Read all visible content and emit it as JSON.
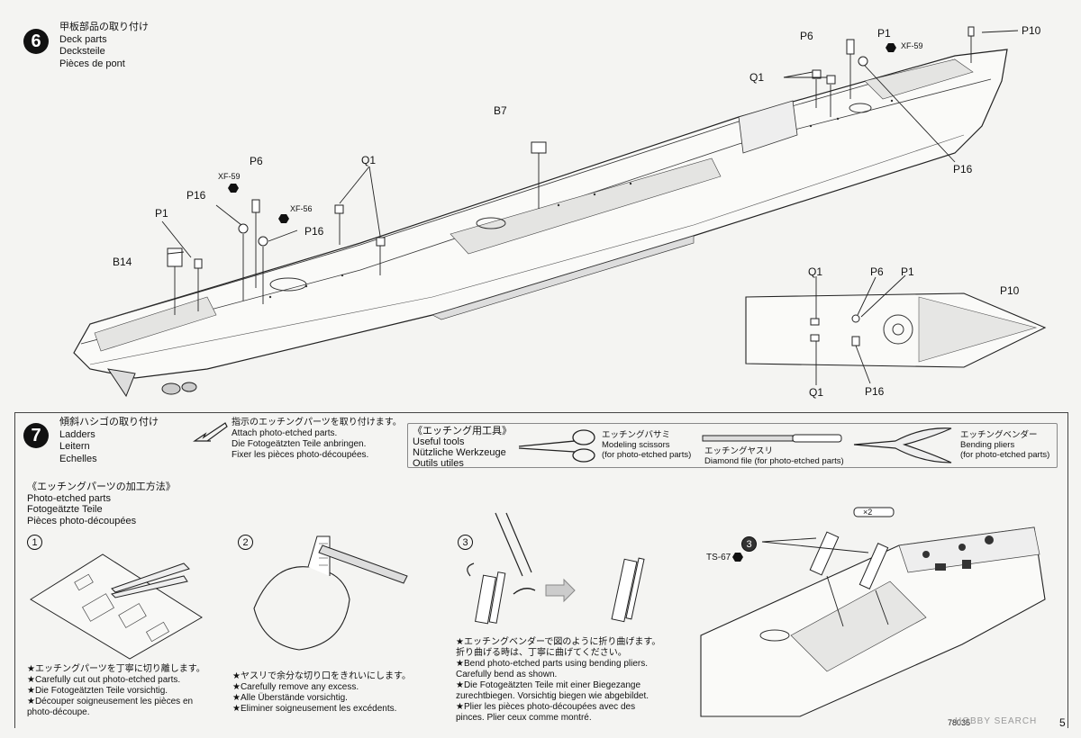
{
  "step6": {
    "number": "6",
    "title_jp": "甲板部品の取り付け",
    "title_en": "Deck parts",
    "title_de": "Decksteile",
    "title_fr": "Pièces de pont",
    "labels": {
      "p10_top": "P10",
      "p6_top": "P6",
      "p1_top": "P1",
      "xf59_top": "XF-59",
      "q1_top": "Q1",
      "p16_right": "P16",
      "b7": "B7",
      "q1_mid": "Q1",
      "p6_left": "P6",
      "xf59_left": "XF-59",
      "xf56": "XF-56",
      "p16_left1": "P16",
      "p16_left2": "P16",
      "p1_left": "P1",
      "b14": "B14",
      "inset_q1_top": "Q1",
      "inset_p6": "P6",
      "inset_p1": "P1",
      "inset_p10": "P10",
      "inset_q1_bottom": "Q1",
      "inset_p16": "P16"
    }
  },
  "step7": {
    "number": "7",
    "title_jp": "傾斜ハシゴの取り付け",
    "title_en": "Ladders",
    "title_de": "Leitern",
    "title_fr": "Echelles",
    "attach_note": {
      "jp": "指示のエッチングパーツを取り付けます。",
      "en": "Attach photo-etched parts.",
      "de": "Die Fotogeätzten Teile anbringen.",
      "fr": "Fixer les pièces photo-découpées."
    },
    "tools": {
      "header_jp": "《エッチング用工具》",
      "header_en": "Useful tools",
      "header_de": "Nützliche Werkzeuge",
      "header_fr": "Outils utiles",
      "scissors_jp": "エッチングバサミ",
      "scissors_en": "Modeling scissors",
      "scissors_note": "(for photo-etched parts)",
      "file_jp": "エッチングヤスリ",
      "file_en": "Diamond file (for photo-etched parts)",
      "pliers_jp": "エッチングベンダー",
      "pliers_en": "Bending pliers",
      "pliers_note": "(for photo-etched parts)"
    },
    "pe_header": {
      "jp": "《エッチングパーツの加工方法》",
      "en": "Photo-etched parts",
      "de": "Fotogeätzte Teile",
      "fr": "Pièces photo-découpées"
    },
    "sub1": {
      "num": "1",
      "jp": "★エッチングパーツを丁寧に切り離します。",
      "en": "★Carefully cut out photo-etched parts.",
      "de": "★Die Fotogeätzten Teile vorsichtig.",
      "fr1": "★Découper soigneusement les pièces en",
      "fr2": "photo-découpe."
    },
    "sub2": {
      "num": "2",
      "jp": "★ヤスリで余分な切り口をきれいにします。",
      "en": "★Carefully remove any excess.",
      "de": "★Alle Überstände vorsichtig.",
      "fr": "★Eliminer soigneusement les excédents."
    },
    "sub3": {
      "num": "3",
      "jp1": "★エッチングベンダーで図のように折り曲げます。",
      "jp2": "折り曲げる時は、丁寧に曲げてください。",
      "en1": "★Bend photo-etched parts using bending pliers.",
      "en2": "Carefully bend as shown.",
      "de1": "★Die Fotogeätzten Teile mit einer Biegezange",
      "de2": "zurechtbiegen. Vorsichtig biegen wie abgebildet.",
      "fr1": "★Plier les pièces photo-découpées avec des",
      "fr2": "pinces. Plier ceux comme montré."
    },
    "assembly": {
      "ref_num": "3",
      "paint": "TS-67",
      "tag": "×2"
    }
  },
  "footer": {
    "code": "78035",
    "page": "5",
    "watermark": "HOBBY SEARCH"
  }
}
